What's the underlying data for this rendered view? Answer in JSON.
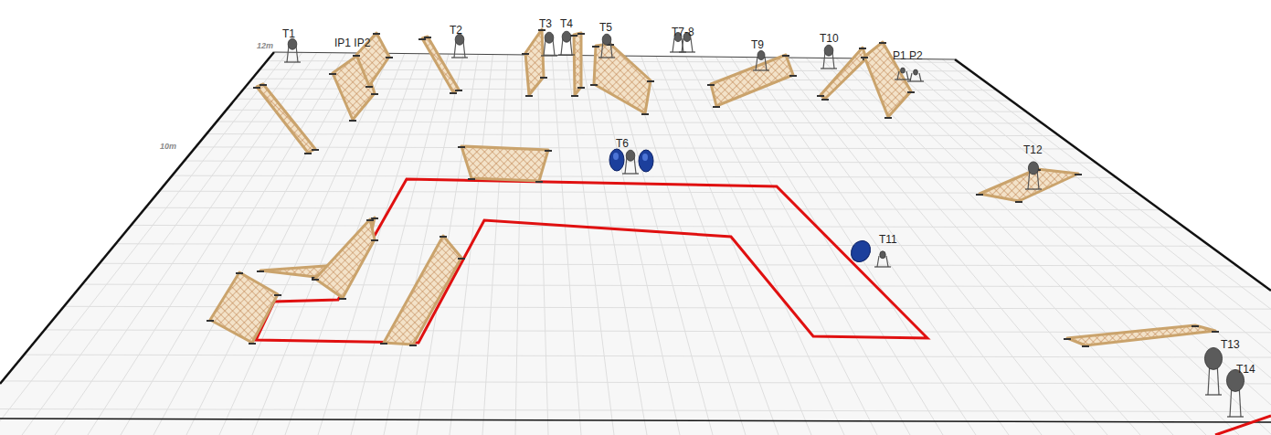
{
  "diagram": {
    "labels": [
      "12m",
      "T1",
      "IP1 IP2",
      "T2",
      "T3",
      "T4",
      "T5",
      "T7-8",
      "T9",
      "T10",
      "P1 P2",
      "10m",
      "T6",
      "T12",
      "T11",
      "T13",
      "T14"
    ]
  }
}
